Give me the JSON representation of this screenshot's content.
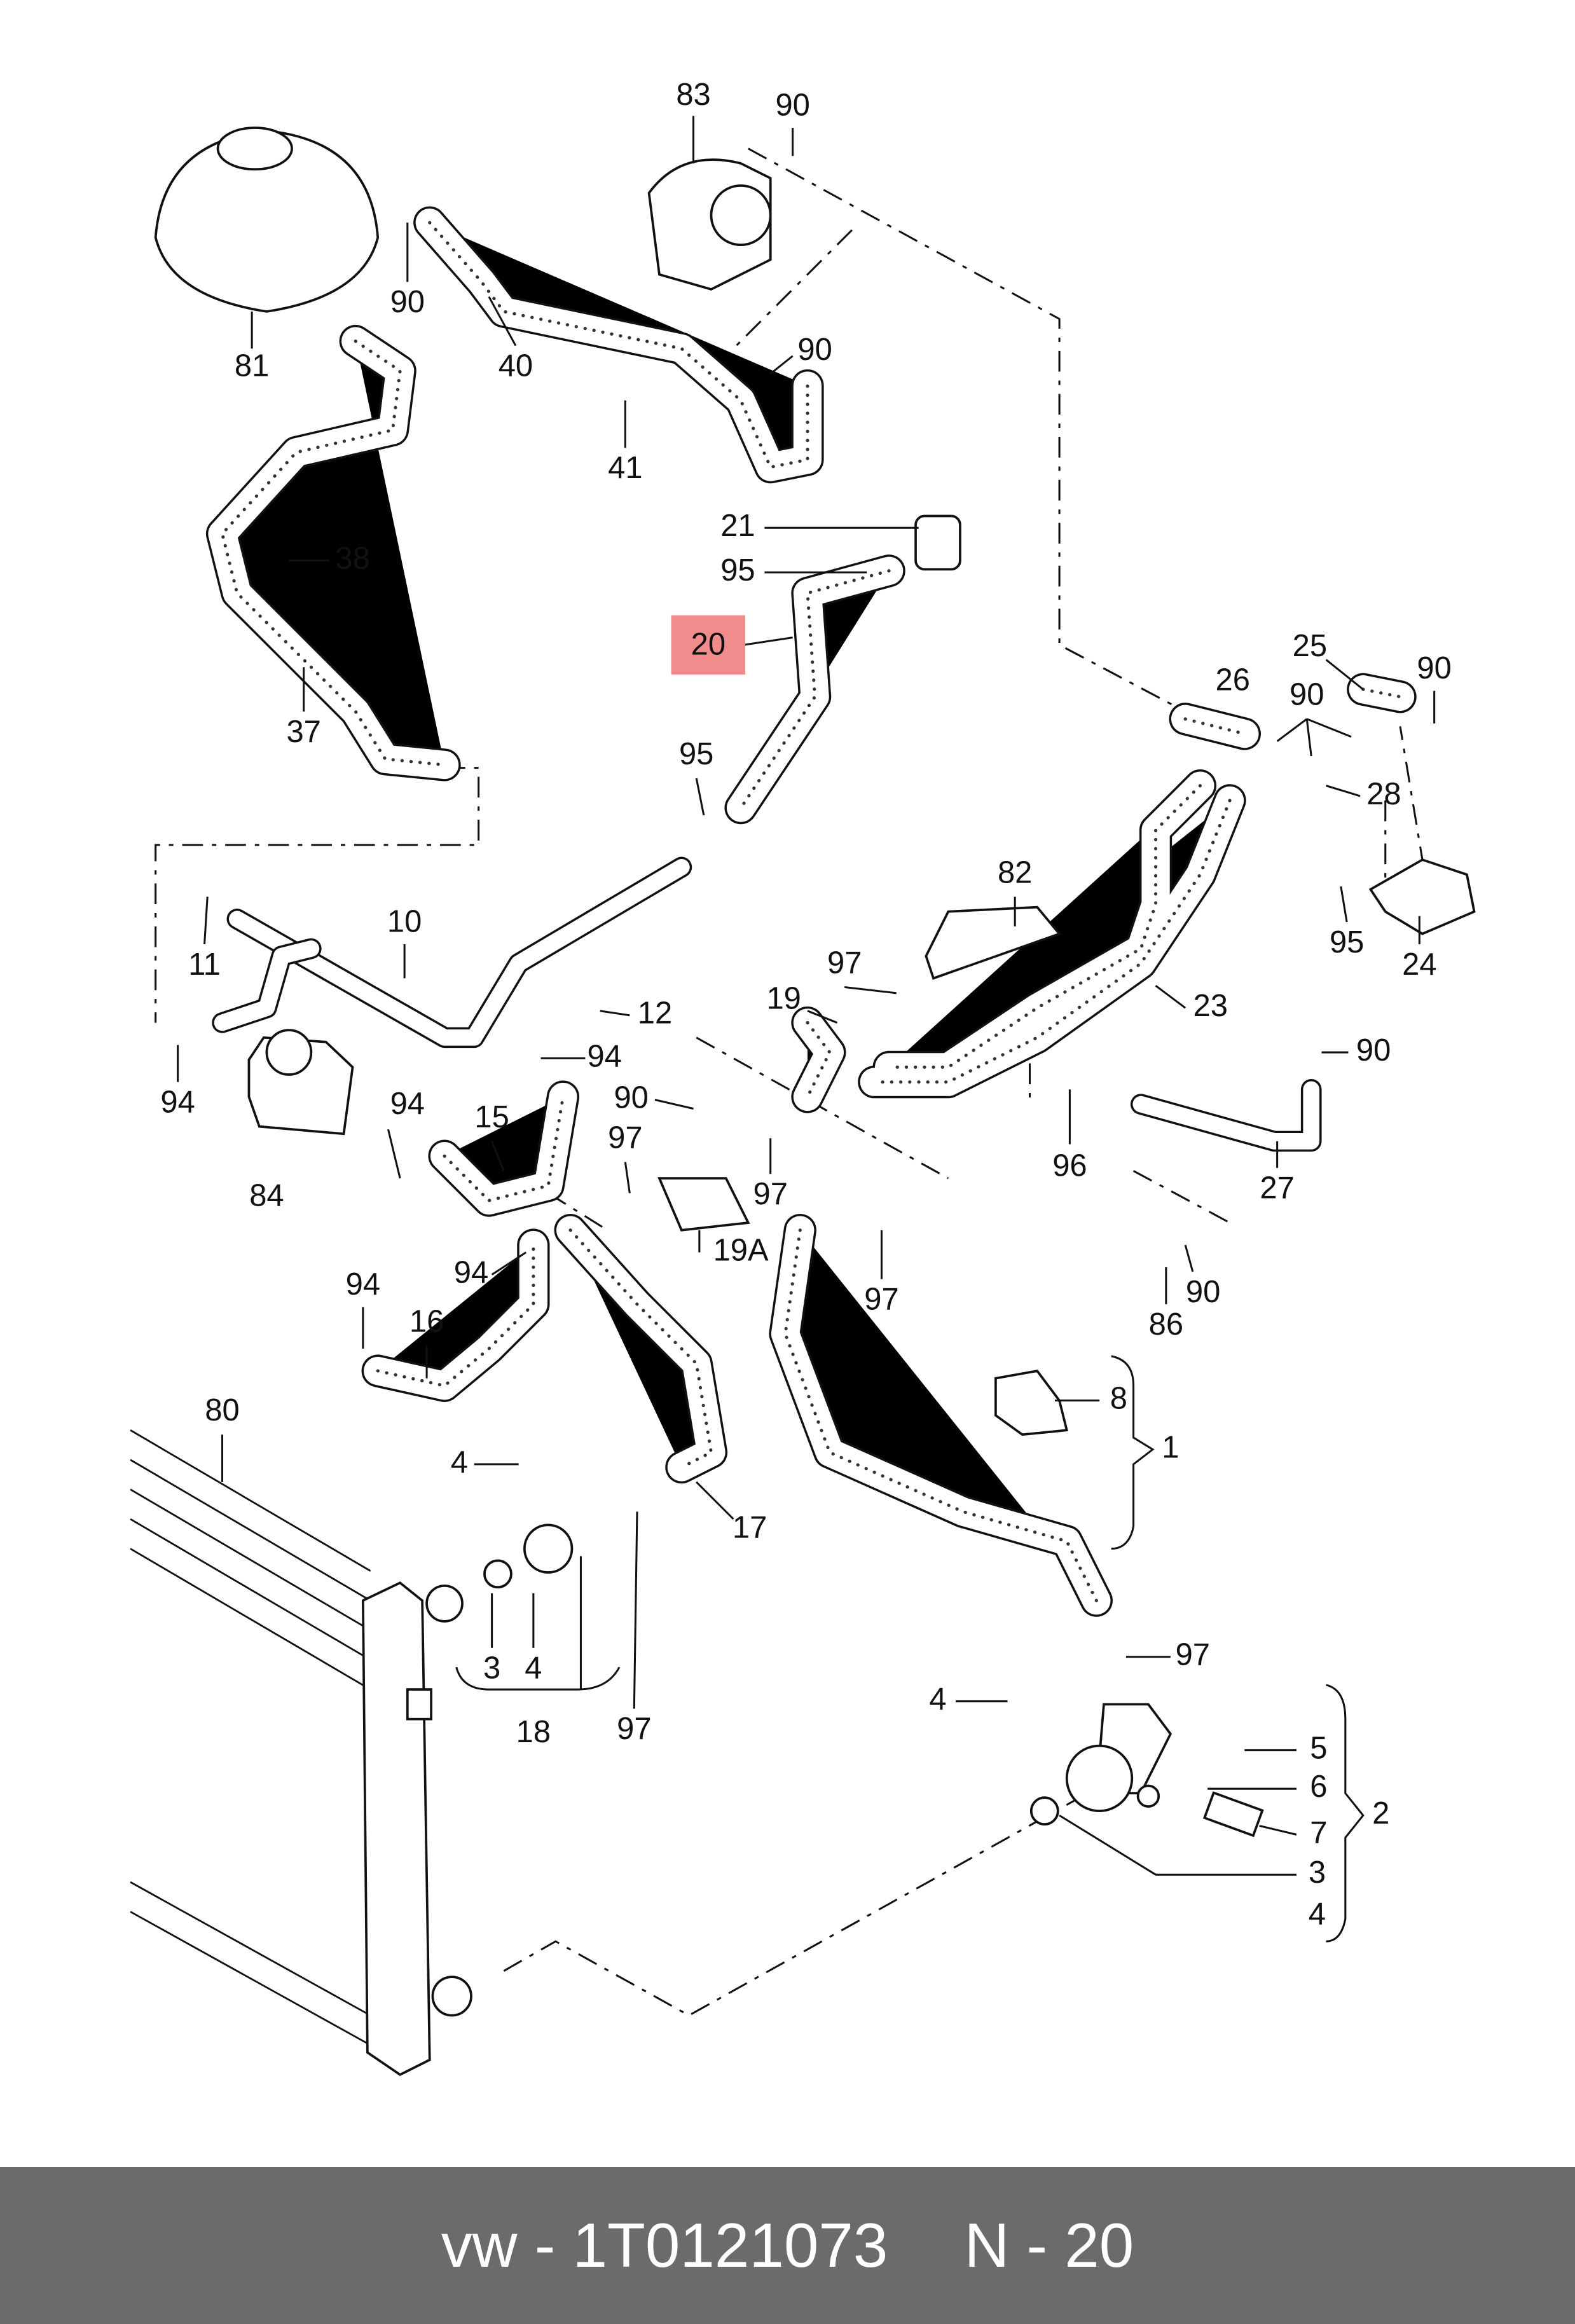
{
  "labels": [
    "83",
    "90",
    "90",
    "81",
    "40",
    "90",
    "41",
    "21",
    "95",
    "20",
    "38",
    "37",
    "25",
    "90",
    "26",
    "90",
    "28",
    "95",
    "82",
    "11",
    "10",
    "97",
    "19",
    "23",
    "95",
    "24",
    "12",
    "94",
    "90",
    "94",
    "90",
    "97",
    "94",
    "15",
    "84",
    "97",
    "96",
    "27",
    "19A",
    "94",
    "97",
    "90",
    "86",
    "94",
    "16",
    "8",
    "1",
    "80",
    "4",
    "17",
    "3",
    "4",
    "18",
    "97",
    "97",
    "4",
    "5",
    "6",
    "2",
    "7",
    "3",
    "4"
  ],
  "highlight": {
    "label": "20",
    "color": "#f28b8b"
  },
  "footer": {
    "brand_part": "vw - 1T0121073",
    "position": "N - 20"
  }
}
